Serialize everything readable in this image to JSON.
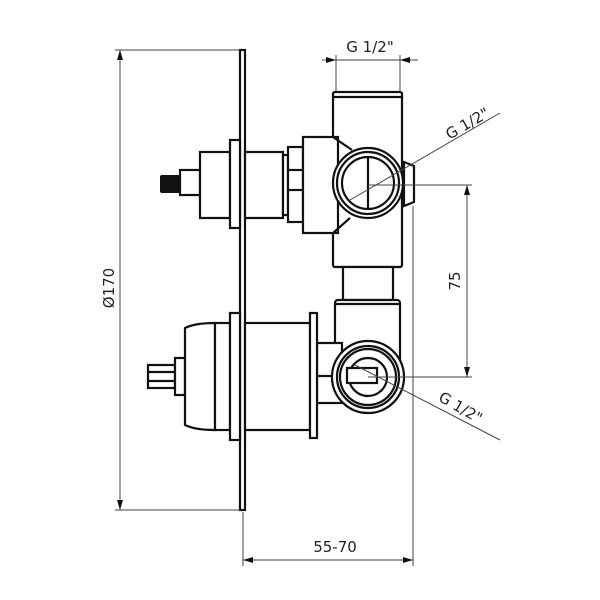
{
  "dimensions": {
    "plate_diameter": "Ø170",
    "depth": "55-70",
    "center_distance": "75",
    "top_connection": "G 1/2\"",
    "upper_side_connection": "G 1/2\"",
    "lower_side_connection": "G 1/2\""
  }
}
